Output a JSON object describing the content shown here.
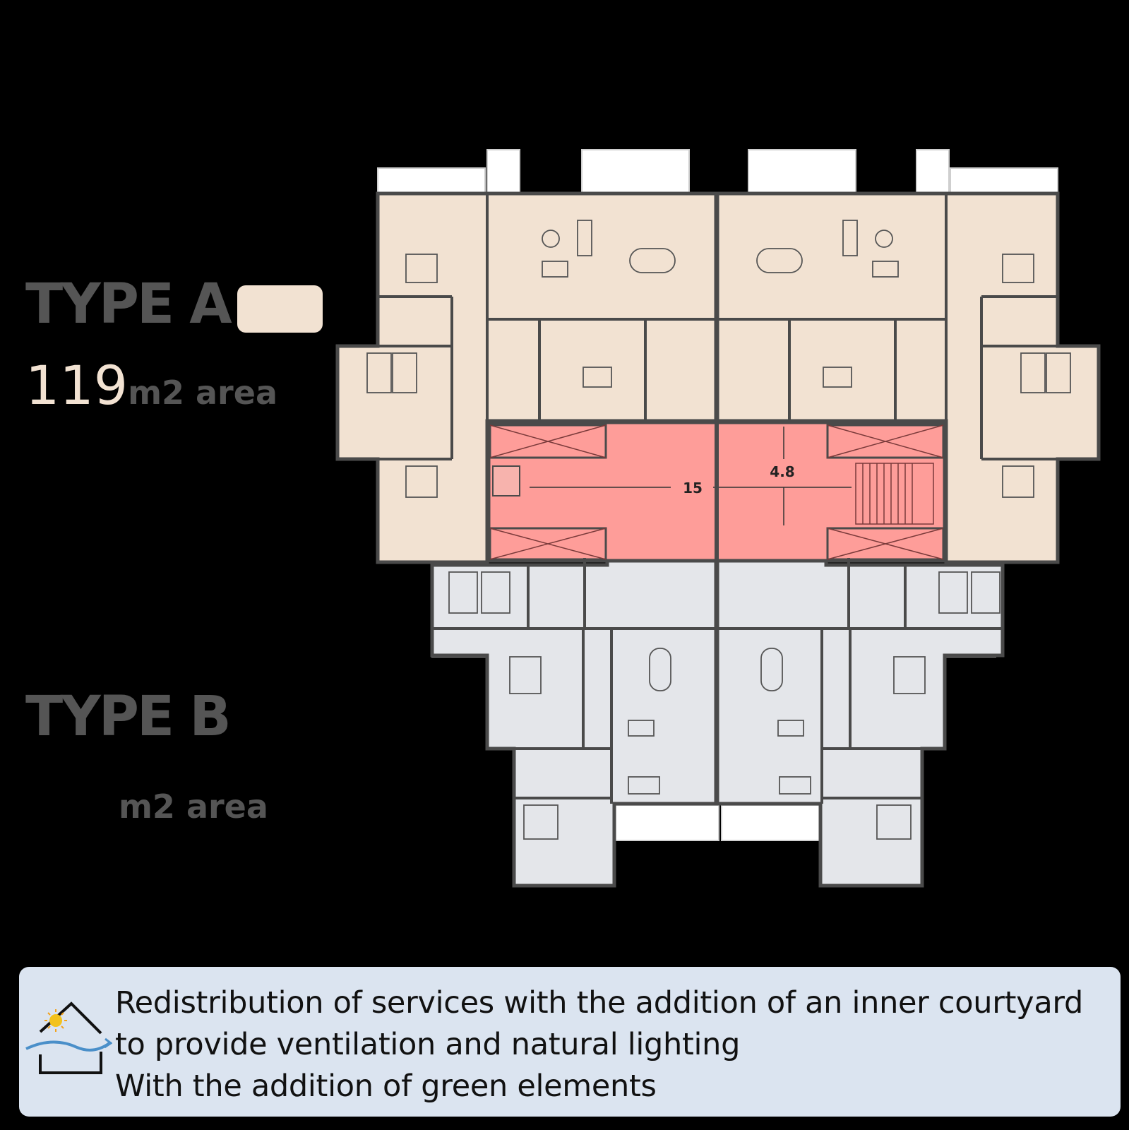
{
  "legend": {
    "type_a": {
      "label": "TYPE A",
      "area_value": "119",
      "area_unit": "m2 area",
      "color": "#f2e2d2"
    },
    "type_b": {
      "label": "TYPE B",
      "area_value": "",
      "area_unit": "m2 area",
      "color": "#e4e6ea"
    }
  },
  "plan": {
    "core_color": "#fe9d99",
    "dimensions": {
      "length": "15",
      "width": "4.8"
    }
  },
  "note": {
    "icon": "house-sun-airflow-icon",
    "lines": [
      "Redistribution of services with the addition of an inner courtyard",
      "to provide ventilation and natural lighting",
      "With the addition of green elements"
    ]
  }
}
